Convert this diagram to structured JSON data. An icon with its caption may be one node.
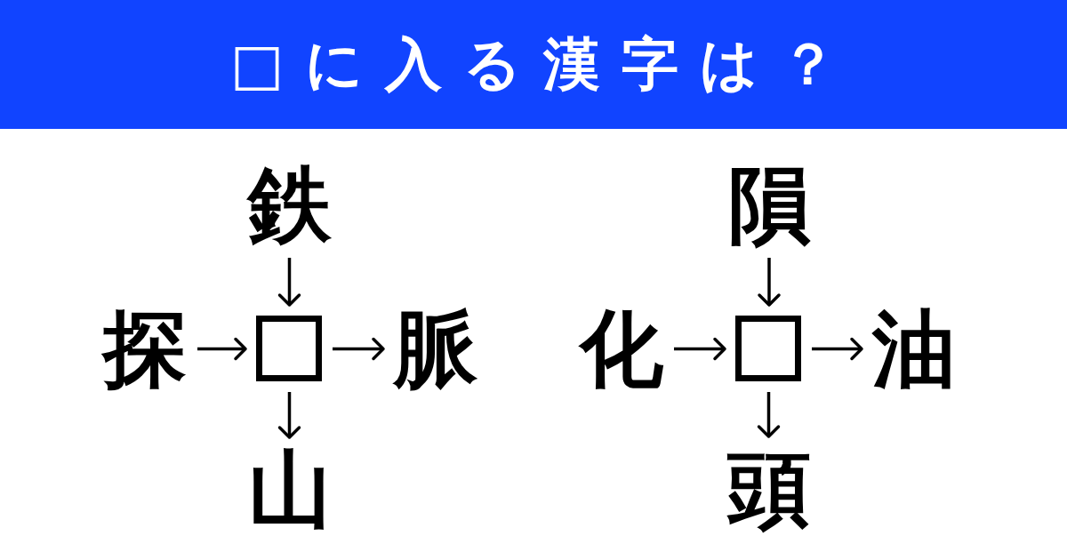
{
  "diagram": {
    "title": "□に入る漢字は？",
    "nodes": [
      {
        "text": [
          "鉄"
        ]
      },
      {
        "text": [
          "探"
        ]
      },
      {
        "text": [],
        "shape": "box"
      },
      {
        "text": [
          "脈"
        ]
      },
      {
        "text": [
          "山"
        ]
      },
      {
        "text": [
          "隕"
        ]
      },
      {
        "text": [
          "化"
        ]
      },
      {
        "text": [],
        "shape": "box"
      },
      {
        "text": [
          "油"
        ]
      },
      {
        "text": [
          "頭"
        ]
      }
    ],
    "edges": [
      {
        "from": 0,
        "to": 2,
        "arrow": "to"
      },
      {
        "from": 1,
        "to": 2,
        "arrow": "to"
      },
      {
        "from": 2,
        "to": 3,
        "arrow": "to"
      },
      {
        "from": 2,
        "to": 4,
        "arrow": "to"
      },
      {
        "from": 5,
        "to": 7,
        "arrow": "to"
      },
      {
        "from": 6,
        "to": 7,
        "arrow": "to"
      },
      {
        "from": 7,
        "to": 8,
        "arrow": "to"
      },
      {
        "from": 7,
        "to": 9,
        "arrow": "to"
      }
    ]
  }
}
